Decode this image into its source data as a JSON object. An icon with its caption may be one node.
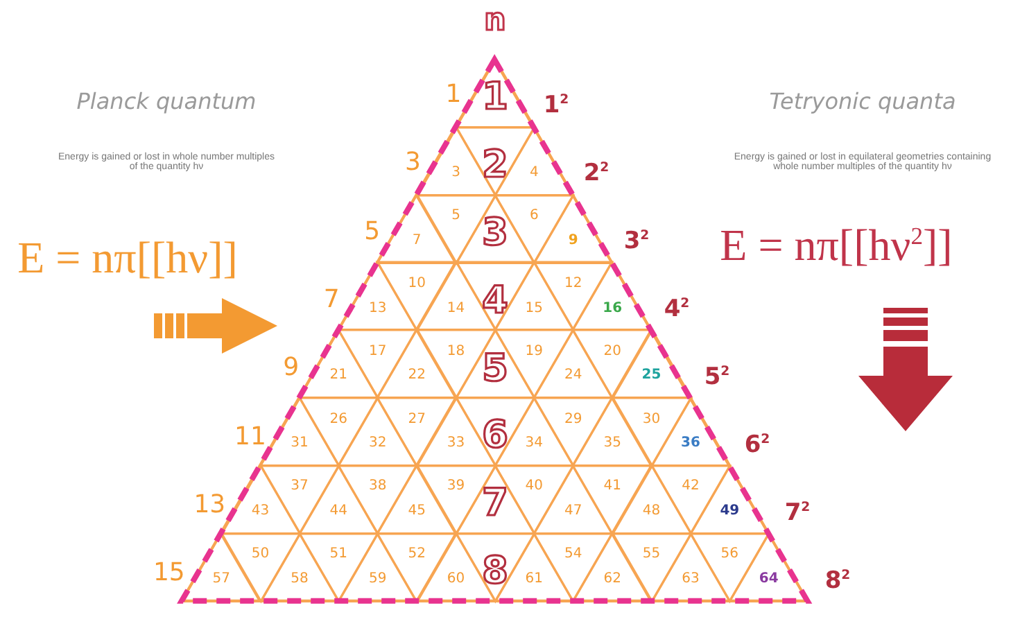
{
  "diagram": {
    "nodes": [
      {
        "text": [],
        "shape": "triangle"
      },
      {
        "text": [
          "1"
        ],
        "in": 0
      },
      {
        "text": [
          "3"
        ],
        "in": 0
      },
      {
        "text": [
          "2"
        ],
        "in": 0
      },
      {
        "text": [
          "4"
        ],
        "in": 0
      },
      {
        "text": [
          "7"
        ],
        "in": 0
      },
      {
        "text": [
          "5"
        ],
        "in": 0
      },
      {
        "text": [
          "3"
        ],
        "in": 0
      },
      {
        "text": [
          "6"
        ],
        "in": 0
      },
      {
        "text": [
          "9"
        ],
        "in": 0
      },
      {
        "text": [
          "13"
        ],
        "in": 0
      },
      {
        "text": [
          "10"
        ],
        "in": 0
      },
      {
        "text": [
          "14"
        ],
        "in": 0
      },
      {
        "text": [
          "4"
        ],
        "in": 0
      },
      {
        "text": [
          "15"
        ],
        "in": 0
      },
      {
        "text": [
          "12"
        ],
        "in": 0
      },
      {
        "text": [
          "16"
        ],
        "in": 0
      },
      {
        "text": [
          "21"
        ],
        "in": 0
      },
      {
        "text": [
          "17"
        ],
        "in": 0
      },
      {
        "text": [
          "22"
        ],
        "in": 0
      },
      {
        "text": [
          "18"
        ],
        "in": 0
      },
      {
        "text": [
          "5"
        ],
        "in": 0
      },
      {
        "text": [
          "19"
        ],
        "in": 0
      },
      {
        "text": [
          "24"
        ],
        "in": 0
      },
      {
        "text": [
          "20"
        ],
        "in": 0
      },
      {
        "text": [
          "25"
        ],
        "in": 0
      },
      {
        "text": [
          "31"
        ],
        "in": 0
      },
      {
        "text": [
          "26"
        ],
        "in": 0
      },
      {
        "text": [
          "32"
        ],
        "in": 0
      },
      {
        "text": [
          "27"
        ],
        "in": 0
      },
      {
        "text": [
          "33"
        ],
        "in": 0
      },
      {
        "text": [
          "6"
        ],
        "in": 0
      },
      {
        "text": [
          "34"
        ],
        "in": 0
      },
      {
        "text": [
          "29"
        ],
        "in": 0
      },
      {
        "text": [
          "35"
        ],
        "in": 0
      },
      {
        "text": [
          "30"
        ],
        "in": 0
      },
      {
        "text": [
          "36"
        ],
        "in": 0
      },
      {
        "text": [
          "43"
        ],
        "in": 0
      },
      {
        "text": [
          "37"
        ],
        "in": 0
      },
      {
        "text": [
          "44"
        ],
        "in": 0
      },
      {
        "text": [
          "38"
        ],
        "in": 0
      },
      {
        "text": [
          "45"
        ],
        "in": 0
      },
      {
        "text": [
          "39"
        ],
        "in": 0
      },
      {
        "text": [
          "7"
        ],
        "in": 0
      },
      {
        "text": [
          "40"
        ],
        "in": 0
      },
      {
        "text": [
          "47"
        ],
        "in": 0
      },
      {
        "text": [
          "41"
        ],
        "in": 0
      },
      {
        "text": [
          "48"
        ],
        "in": 0
      },
      {
        "text": [
          "42"
        ],
        "in": 0
      },
      {
        "text": [
          "49"
        ],
        "in": 0
      },
      {
        "text": [
          "57"
        ],
        "in": 0
      },
      {
        "text": [
          "50"
        ],
        "in": 0
      },
      {
        "text": [
          "58"
        ],
        "in": 0
      },
      {
        "text": [
          "51"
        ],
        "in": 0
      },
      {
        "text": [
          "59"
        ],
        "in": 0
      },
      {
        "text": [
          "52"
        ],
        "in": 0
      },
      {
        "text": [
          "60"
        ],
        "in": 0
      },
      {
        "text": [
          "8"
        ],
        "in": 0
      },
      {
        "text": [
          "61"
        ],
        "in": 0
      },
      {
        "text": [
          "54"
        ],
        "in": 0
      },
      {
        "text": [
          "62"
        ],
        "in": 0
      },
      {
        "text": [
          "55"
        ],
        "in": 0
      },
      {
        "text": [
          "63"
        ],
        "in": 0
      },
      {
        "text": [
          "56"
        ],
        "in": 0
      },
      {
        "text": [
          "64"
        ],
        "in": 0
      }
    ],
    "labels": [
      "n",
      "Planck quantum",
      "Tetryonic quanta",
      "Energy is gained or lost in whole number multiples of the quantity hν",
      "Energy is gained or lost in equilateral geometries containing whole number multiples of the quantity hν",
      "E = nπ[[hν]]",
      "E = nπ[[hν$^{2}$]]",
      "1",
      "1$^{2}$",
      "3",
      "2$^{2}$",
      "5",
      "3$^{2}$",
      "7",
      "4$^{2}$",
      "9",
      "5$^{2}$",
      "11",
      "6$^{2}$",
      "13",
      "7$^{2}$",
      "15",
      "8$^{2}$"
    ]
  }
}
